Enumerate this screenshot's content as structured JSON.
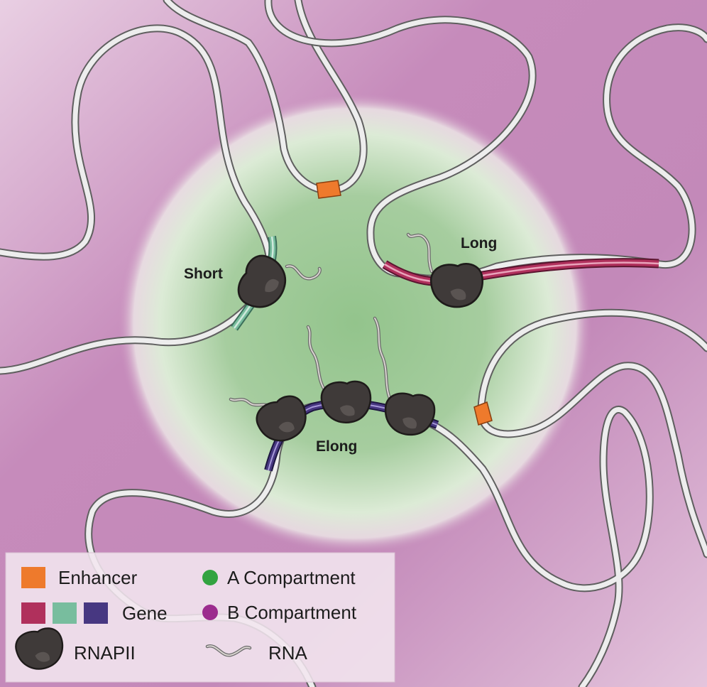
{
  "labels": {
    "short": "Short",
    "long": "Long",
    "elong": "Elong"
  },
  "legend": {
    "enhancer": "Enhancer",
    "gene": "Gene",
    "rnapii": "RNAPII",
    "rna": "RNA",
    "a_compartment": "A Compartment",
    "b_compartment": "B Compartment"
  },
  "colors": {
    "enhancer": "#ee7a2c",
    "gene_long": "#b0305c",
    "gene_short": "#78bd9e",
    "gene_elong": "#473781",
    "a_compartment": "#32a340",
    "b_compartment": "#9c2c8e",
    "b_background": "#c68bbb",
    "a_background": "#93c48c",
    "rnapii": "#3f3a39"
  }
}
